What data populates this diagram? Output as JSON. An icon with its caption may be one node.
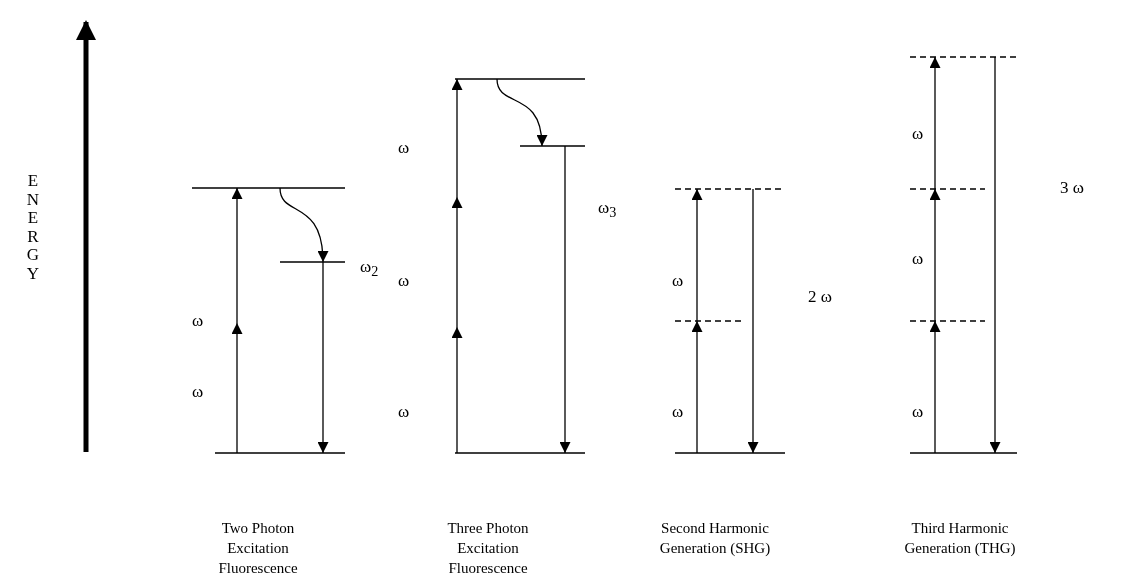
{
  "diagram": {
    "labels": [
      "ENERGY",
      "ω",
      "ω",
      "ω$_{2}$",
      "ω",
      "ω",
      "ω",
      "ω$_{3}$",
      "ω",
      "ω",
      "2 ω",
      "ω",
      "ω",
      "ω",
      "3 ω",
      "Two Photon Excitation Fluorescence",
      "Three Photon Excitation Fluorescence",
      "Second Harmonic Generation (SHG)",
      "Third Harmonic Generation (THG)"
    ]
  }
}
